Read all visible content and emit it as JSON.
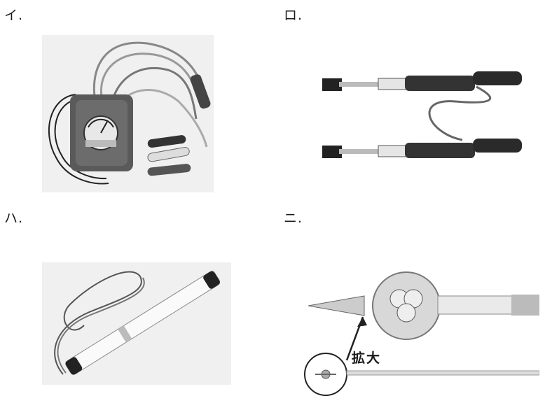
{
  "items": [
    {
      "label": "イ."
    },
    {
      "label": "ロ."
    },
    {
      "label": "ハ."
    },
    {
      "label": "ニ."
    }
  ],
  "annotation": {
    "zoom_label": "拡大"
  }
}
